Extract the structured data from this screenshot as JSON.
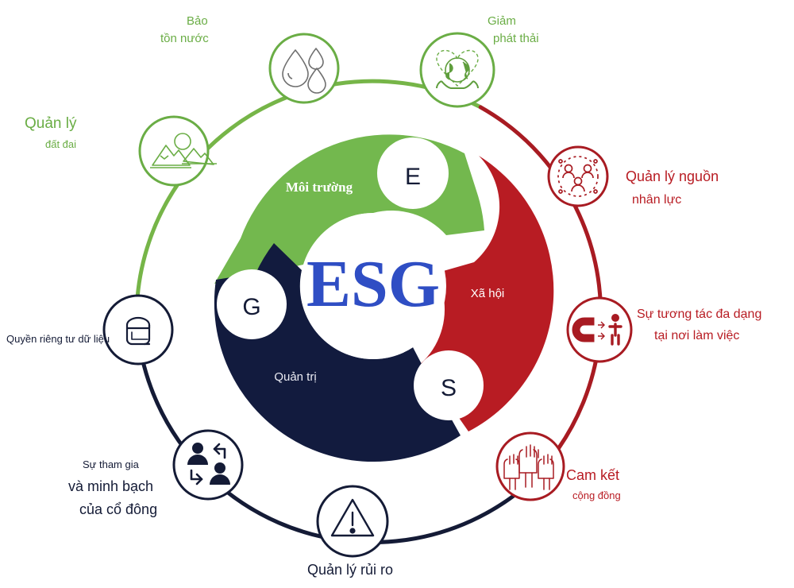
{
  "diagram": {
    "title": "ESG",
    "center": {
      "acronym": "ESG",
      "acronym_color": "#2f4ec4"
    },
    "segments": [
      {
        "key": "environment",
        "letter": "E",
        "label": "Môi trường",
        "color": "#73b84e",
        "letter_color": "#141b36"
      },
      {
        "key": "social",
        "letter": "S",
        "label": "Xã hội",
        "color": "#b81c23",
        "letter_color": "#141b36"
      },
      {
        "key": "governance",
        "letter": "G",
        "label": "Quản trị",
        "color": "#121b3e",
        "letter_color": "#141b36"
      }
    ],
    "nodes": [
      {
        "key": "water-conservation",
        "icon": "water-drops-icon",
        "color": "#6aad45",
        "lines": [
          "Bảo",
          "tồn nước"
        ]
      },
      {
        "key": "emissions-reduction",
        "icon": "globe-in-hands-icon",
        "color": "#6aad45",
        "lines": [
          "Giảm",
          "phát thải"
        ]
      },
      {
        "key": "land-management",
        "icon": "mountains-icon",
        "color": "#6aad45",
        "lines": [
          "Quản lý",
          "đất đai"
        ]
      },
      {
        "key": "human-resources",
        "icon": "people-network-icon",
        "color": "#b81c23",
        "lines": [
          "Quản lý nguồn",
          "nhân lực"
        ]
      },
      {
        "key": "workplace-diversity",
        "icon": "magnet-person-icon",
        "color": "#b81c23",
        "lines": [
          "Sự tương tác đa dạng",
          "tại nơi làm việc"
        ]
      },
      {
        "key": "community-commitment",
        "icon": "raised-hands-icon",
        "color": "#b81c23",
        "lines": [
          "Cam kết",
          "cộng đồng"
        ]
      },
      {
        "key": "risk-management",
        "icon": "warning-triangle-icon",
        "color": "#141b36",
        "lines": [
          "Quản lý rủi ro"
        ]
      },
      {
        "key": "shareholder-engagement",
        "icon": "people-exchange-icon",
        "color": "#141b36",
        "lines": [
          "Sự tham gia",
          "và minh bạch",
          "của cổ đông"
        ]
      },
      {
        "key": "data-privacy",
        "icon": "data-privacy-icon",
        "color": "#141b36",
        "lines": [
          "Quyền riêng tư dữ liệu"
        ]
      }
    ]
  },
  "labels": {
    "water_l1": "Bảo",
    "water_l2": "tồn nước",
    "emissions_l1": "Giảm",
    "emissions_l2": "phát thải",
    "land_l1": "Quản lý",
    "land_l2": "đất đai",
    "hr_l1": "Quản lý nguồn",
    "hr_l2": "nhân lực",
    "diversity_l1": "Sự tương tác đa dạng",
    "diversity_l2": "tại nơi làm việc",
    "community_l1": "Cam kết",
    "community_l2": "cộng đồng",
    "risk_l1": "Quản lý rủi ro",
    "shareholder_l1": "Sự tham gia",
    "shareholder_l2": "và minh bạch",
    "shareholder_l3": "của cổ đông",
    "privacy_l1": "Quyền riêng tư dữ liệu",
    "seg_env": "Môi trường",
    "seg_soc": "Xã hội",
    "seg_gov": "Quản trị",
    "letter_e": "E",
    "letter_s": "S",
    "letter_g": "G",
    "center_acronym": "ESG"
  }
}
